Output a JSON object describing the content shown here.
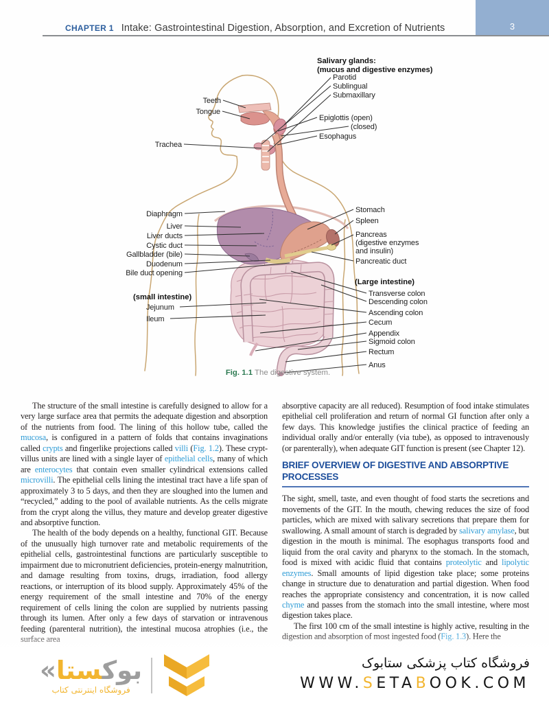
{
  "colors": {
    "header-blue": "#2d5f9e",
    "pagebox-blue": "#93afd1",
    "heading-blue": "#1d4e9b",
    "rule-blue": "#4d74b5",
    "term-blue": "#2f9cd6",
    "caption-green": "#2d7a52",
    "body-text": "#242021",
    "footer-yellow": "#f2b52f",
    "footer-gray": "#9d9d9d"
  },
  "header": {
    "chapter_label": "CHAPTER 1",
    "title": "Intake: Gastrointestinal Digestion, Absorption, and Excretion of Nutrients",
    "page_number": "3"
  },
  "figure": {
    "caption_label": "Fig. 1.1",
    "caption_text": "The digestive system.",
    "labels": {
      "salivary1": "Salivary glands:",
      "salivary2": "(mucus and digestive enzymes)",
      "parotid": "Parotid",
      "sublingual": "Sublingual",
      "submaxillary": "Submaxillary",
      "teeth": "Teeth",
      "tongue": "Tongue",
      "epiglottis": "Epiglottis (open)",
      "closed": "(closed)",
      "esophagus": "Esophagus",
      "trachea": "Trachea",
      "diaphragm": "Diaphragm",
      "liver": "Liver",
      "liver_ducts": "Liver ducts",
      "cystic_duct": "Cystic duct",
      "gallbladder": "Gallbladder (bile)",
      "duodenum": "Duodenum",
      "bile_duct_opening": "Bile duct opening",
      "small_intestine": "(small intestine)",
      "jejunum": "Jejunum",
      "ileum": "Ileum",
      "stomach": "Stomach",
      "spleen": "Spleen",
      "pancreas1": "Pancreas",
      "pancreas2": "(digestive enzymes",
      "pancreas3": "and insulin)",
      "pancreatic_duct": "Pancreatic duct",
      "large_intestine": "(Large intestine)",
      "transverse_colon": "Transverse colon",
      "descending_colon": "Descending colon",
      "ascending_colon": "Ascending colon",
      "cecum": "Cecum",
      "appendix": "Appendix",
      "sigmoid_colon": "Sigmoid colon",
      "rectum": "Rectum",
      "anus": "Anus"
    }
  },
  "article": {
    "left_column": {
      "p1": [
        {
          "text": "The structure of the small intestine is carefully designed to allow for a very large surface area that permits the adequate digestion and absorption of the nutrients from food. The lining of this hollow tube, called the "
        },
        {
          "text": "mucosa",
          "class": "term"
        },
        {
          "text": ", is configured in a pattern of folds that contains invaginations called "
        },
        {
          "text": "crypts",
          "class": "term"
        },
        {
          "text": " and fingerlike projections called "
        },
        {
          "text": "villi",
          "class": "term"
        },
        {
          "text": " ("
        },
        {
          "text": "Fig. 1.2",
          "class": "ref"
        },
        {
          "text": "). These crypt-villus units are lined with a single layer of "
        },
        {
          "text": "epithelial cells",
          "class": "term"
        },
        {
          "text": ", many of which are "
        },
        {
          "text": "enterocytes",
          "class": "term"
        },
        {
          "text": " that contain even smaller cylindrical extensions called "
        },
        {
          "text": "microvilli",
          "class": "term"
        },
        {
          "text": ". The epithelial cells lining the intestinal tract have a life span of approximately 3 to 5 days, and then they are sloughed into the lumen and “recycled,” adding to the pool of available nutrients. As the cells migrate from the crypt along the villus, they mature and develop greater digestive and absorptive function."
        }
      ],
      "p2": [
        {
          "text": "The health of the body depends on a healthy, functional GIT. Because of the unusually high turnover rate and metabolic requirements of the epithelial cells, gastrointestinal functions are particularly susceptible to impairment due to micronutrient deficiencies, protein-energy malnutrition, and damage resulting from toxins, drugs, irradiation, food allergy reactions, or interruption of its blood supply. Approximately 45% of the energy requirement of the small intestine and 70% of the energy requirement of cells lining the colon are supplied by nutrients passing through its lumen. After only a few days of starvation or intravenous feeding (parenteral nutrition), the intestinal mucosa atrophies (i.e., the surface area"
        }
      ]
    },
    "right_column": {
      "p1": [
        {
          "text": "absorptive capacity are all reduced). Resumption of food intake stimulates epithelial cell proliferation and return of normal GI function after only a few days. This knowledge justifies the clinical practice of feeding an individual orally and/or enterally (via tube), as opposed to intravenously (or parenterally), when adequate GIT function is present (see Chapter 12)."
        }
      ],
      "heading": "BRIEF OVERVIEW OF DIGESTIVE AND ABSORPTIVE PROCESSES",
      "p2": [
        {
          "text": "The sight, smell, taste, and even thought of food starts the secretions and movements of the GIT. In the mouth, chewing reduces the size of food particles, which are mixed with salivary secretions that prepare them for swallowing. A small amount of starch is degraded by "
        },
        {
          "text": "salivary amylase",
          "class": "term"
        },
        {
          "text": ", but digestion in the mouth is minimal. The esophagus transports food and liquid from the oral cavity and pharynx to the stomach. In the stomach, food is mixed with acidic fluid that contains "
        },
        {
          "text": "proteolytic",
          "class": "term"
        },
        {
          "text": " and "
        },
        {
          "text": "lipolytic enzymes",
          "class": "term"
        },
        {
          "text": ". Small amounts of lipid digestion take place; some proteins change in structure due to denaturation and partial digestion. When food reaches the appropriate consistency and concentration, it is now called "
        },
        {
          "text": "chyme",
          "class": "term"
        },
        {
          "text": " and passes from the stomach into the small intestine, where most digestion takes place."
        }
      ],
      "p3": [
        {
          "text": "The first 100 cm of the small intestine is highly active, resulting in the digestion and absorption of most ingested food ("
        },
        {
          "text": "Fig. 1.3",
          "class": "ref"
        },
        {
          "text": "). Here the"
        }
      ]
    }
  },
  "footer": {
    "logo_text_gray": "«بوک",
    "logo_text_yellow": "ستا",
    "logo_tagline": "فروشگاه اینترنتی کتاب",
    "logo_mark_icon": "double-chevron-down-icon",
    "store_name": "فروشگاه کتاب پزشکی ستابوک",
    "website": [
      {
        "text": "WWW."
      },
      {
        "text": "S",
        "class": "web-y"
      },
      {
        "text": "ETA"
      },
      {
        "text": "B",
        "class": "web-y"
      },
      {
        "text": "OOK.COM"
      }
    ]
  }
}
